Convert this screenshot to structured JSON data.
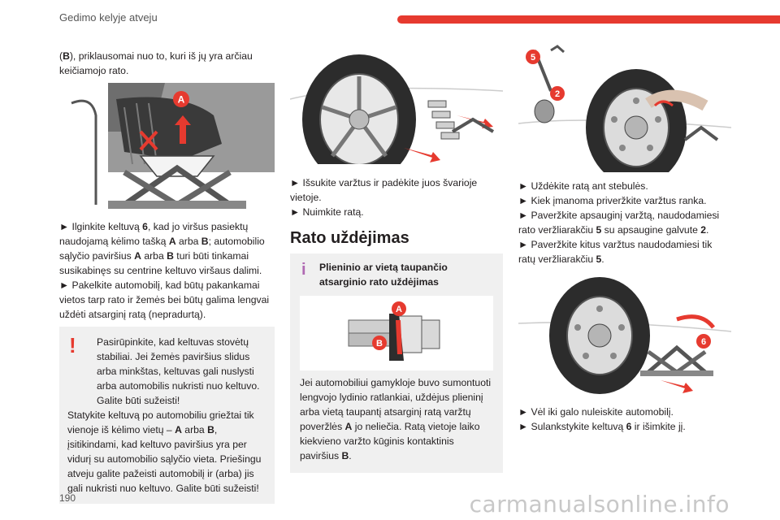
{
  "header": {
    "section_title": "Gedimo kelyje atveju"
  },
  "page_number": "190",
  "watermark": "carmanualsonline.info",
  "col1": {
    "intro_pre": "(",
    "intro_b": "B",
    "intro_post": "), priklausomai nuo to, kuri iš jų yra arčiau keičiamojo rato.",
    "fig_labels": {
      "a": "A"
    },
    "p1_a": "► Ilginkite keltuvą ",
    "p1_b": "6",
    "p1_c": ", kad jo viršus pasiektų naudojamą kėlimo tašką ",
    "p1_d": "A",
    "p1_e": " arba ",
    "p1_f": "B",
    "p1_g": "; automobilio sąlyčio paviršius ",
    "p1_h": "A",
    "p1_i": " arba ",
    "p1_j": "B",
    "p1_k": " turi būti tinkamai susikabinęs su centrine keltuvo viršaus dalimi.",
    "p2": "► Pakelkite automobilį, kad būtų pakankamai vietos tarp rato ir žemės bei būtų galima lengvai uždėti atsarginį ratą (nepradurtą).",
    "warn_line1": "Pasirūpinkite, kad keltuvas stovėtų stabiliai. Jei žemės paviršius slidus arba minkštas, keltuvas gali nuslysti arba automobilis nukristi nuo keltuvo. Galite būti sužeisti!",
    "warn_line2_a": "Statykite keltuvą po automobiliu griežtai tik vienoje iš kėlimo vietų – ",
    "warn_line2_b": "A",
    "warn_line2_c": " arba ",
    "warn_line2_d": "B",
    "warn_line2_e": ", įsitikindami, kad keltuvo paviršius yra per vidurį su automobilio sąlyčio vieta. Priešingu atveju galite pažeisti automobilį ir (arba) jis gali nukristi nuo keltuvo. Galite būti sužeisti!"
  },
  "col2": {
    "step1": "► Išsukite varžtus ir padėkite juos švarioje vietoje.",
    "step2": "► Nuimkite ratą.",
    "section_title": "Rato uždėjimas",
    "info_title": "Plieninio ar vietą taupančio atsarginio rato uždėjimas",
    "info_fig_labels": {
      "a": "A",
      "b": "B"
    },
    "info_text_a": "Jei automobiliui gamykloje buvo sumontuoti lengvojo lydinio ratlankiai, uždėjus plieninį arba vietą taupantį atsarginį ratą varžtų poveržlės ",
    "info_text_b": "A",
    "info_text_c": " jo neliečia. Ratą vietoje laiko kiekvieno varžto kūginis kontaktinis paviršius ",
    "info_text_d": "B",
    "info_text_e": "."
  },
  "col3": {
    "fig_labels": {
      "five": "5",
      "two": "2",
      "six": "6"
    },
    "s1": "► Uždėkite ratą ant stebulės.",
    "s2": "► Kiek įmanoma priveržkite varžtus ranka.",
    "s3_a": "► Paveržkite apsauginį varžtą, naudodamiesi rato veržliarakčiu ",
    "s3_b": "5",
    "s3_c": " su apsaugine galvute ",
    "s3_d": "2",
    "s3_e": ".",
    "s4_a": "► Paveržkite kitus varžtus naudodamiesi tik ratų veržliarakčiu ",
    "s4_b": "5",
    "s4_c": ".",
    "s5": "► Vėl iki galo nuleiskite automobilį.",
    "s6_a": "► Sulankstykite keltuvą ",
    "s6_b": "6",
    "s6_c": " ir išimkite jį."
  },
  "colors": {
    "accent_red": "#e63a2f",
    "info_purple": "#b06ab3",
    "box_grey": "#f0f0f0"
  }
}
